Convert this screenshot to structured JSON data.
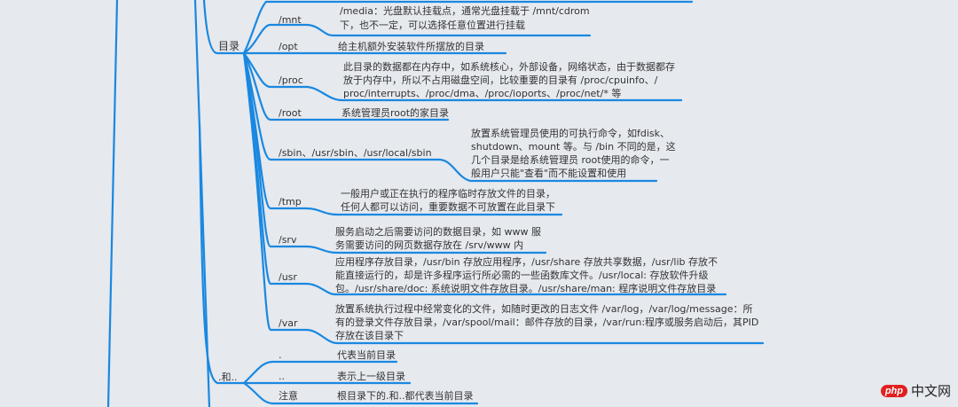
{
  "mindmap": {
    "branch_directory": {
      "label": "目录",
      "children": [
        {
          "key": "/mnt",
          "desc_lines": [
            "/media：光盘默认挂载点，通常光盘挂载于 /mnt/cdrom",
            "下，也不一定，可以选择任意位置进行挂载"
          ]
        },
        {
          "key": "/opt",
          "desc_lines": [
            "给主机额外安装软件所摆放的目录"
          ]
        },
        {
          "key": "/proc",
          "desc_lines": [
            "此目录的数据都在内存中，如系统核心，外部设备，网络状态，由于数据都存",
            "放于内存中，所以不占用磁盘空间，比较重要的目录有 /proc/cpuinfo、/",
            "proc/interrupts、/proc/dma、/proc/ioports、/proc/net/* 等"
          ]
        },
        {
          "key": "/root",
          "desc_lines": [
            "系统管理员root的家目录"
          ]
        },
        {
          "key": "/sbin、/usr/sbin、/usr/local/sbin",
          "desc_lines": [
            "放置系统管理员使用的可执行命令，如fdisk、",
            "shutdown、mount 等。与 /bin 不同的是，这",
            "几个目录是给系统管理员 root使用的命令，一",
            "般用户只能\"查看\"而不能设置和使用"
          ]
        },
        {
          "key": "/tmp",
          "desc_lines": [
            "一般用户或正在执行的程序临时存放文件的目录，",
            "任何人都可以访问，重要数据不可放置在此目录下"
          ]
        },
        {
          "key": "/srv",
          "desc_lines": [
            "服务启动之后需要访问的数据目录，如 www 服",
            "务需要访问的网页数据存放在 /srv/www 内"
          ]
        },
        {
          "key": "/usr",
          "desc_lines": [
            "应用程序存放目录，/usr/bin 存放应用程序，/usr/share 存放共享数据，/usr/lib 存放不",
            "能直接运行的，却是许多程序运行所必需的一些函数库文件。/usr/local: 存放软件升级",
            "包。/usr/share/doc: 系统说明文件存放目录。/usr/share/man: 程序说明文件存放目录"
          ]
        },
        {
          "key": "/var",
          "desc_lines": [
            "放置系统执行过程中经常变化的文件，如随时更改的日志文件 /var/log，/var/log/message：所",
            "有的登录文件存放目录，/var/spool/mail：邮件存放的目录，/var/run:程序或服务启动后，其PID",
            "存放在该目录下"
          ]
        }
      ]
    },
    "branch_dots": {
      "label": ".和..",
      "children": [
        {
          "key": ".",
          "desc": "代表当前目录"
        },
        {
          "key": "..",
          "desc": "表示上一级目录"
        },
        {
          "key": "注意",
          "desc": "根目录下的.和..都代表当前目录"
        }
      ]
    },
    "line_color": "#1a88e0"
  },
  "watermark": {
    "logo": "php",
    "text": "中文网"
  }
}
